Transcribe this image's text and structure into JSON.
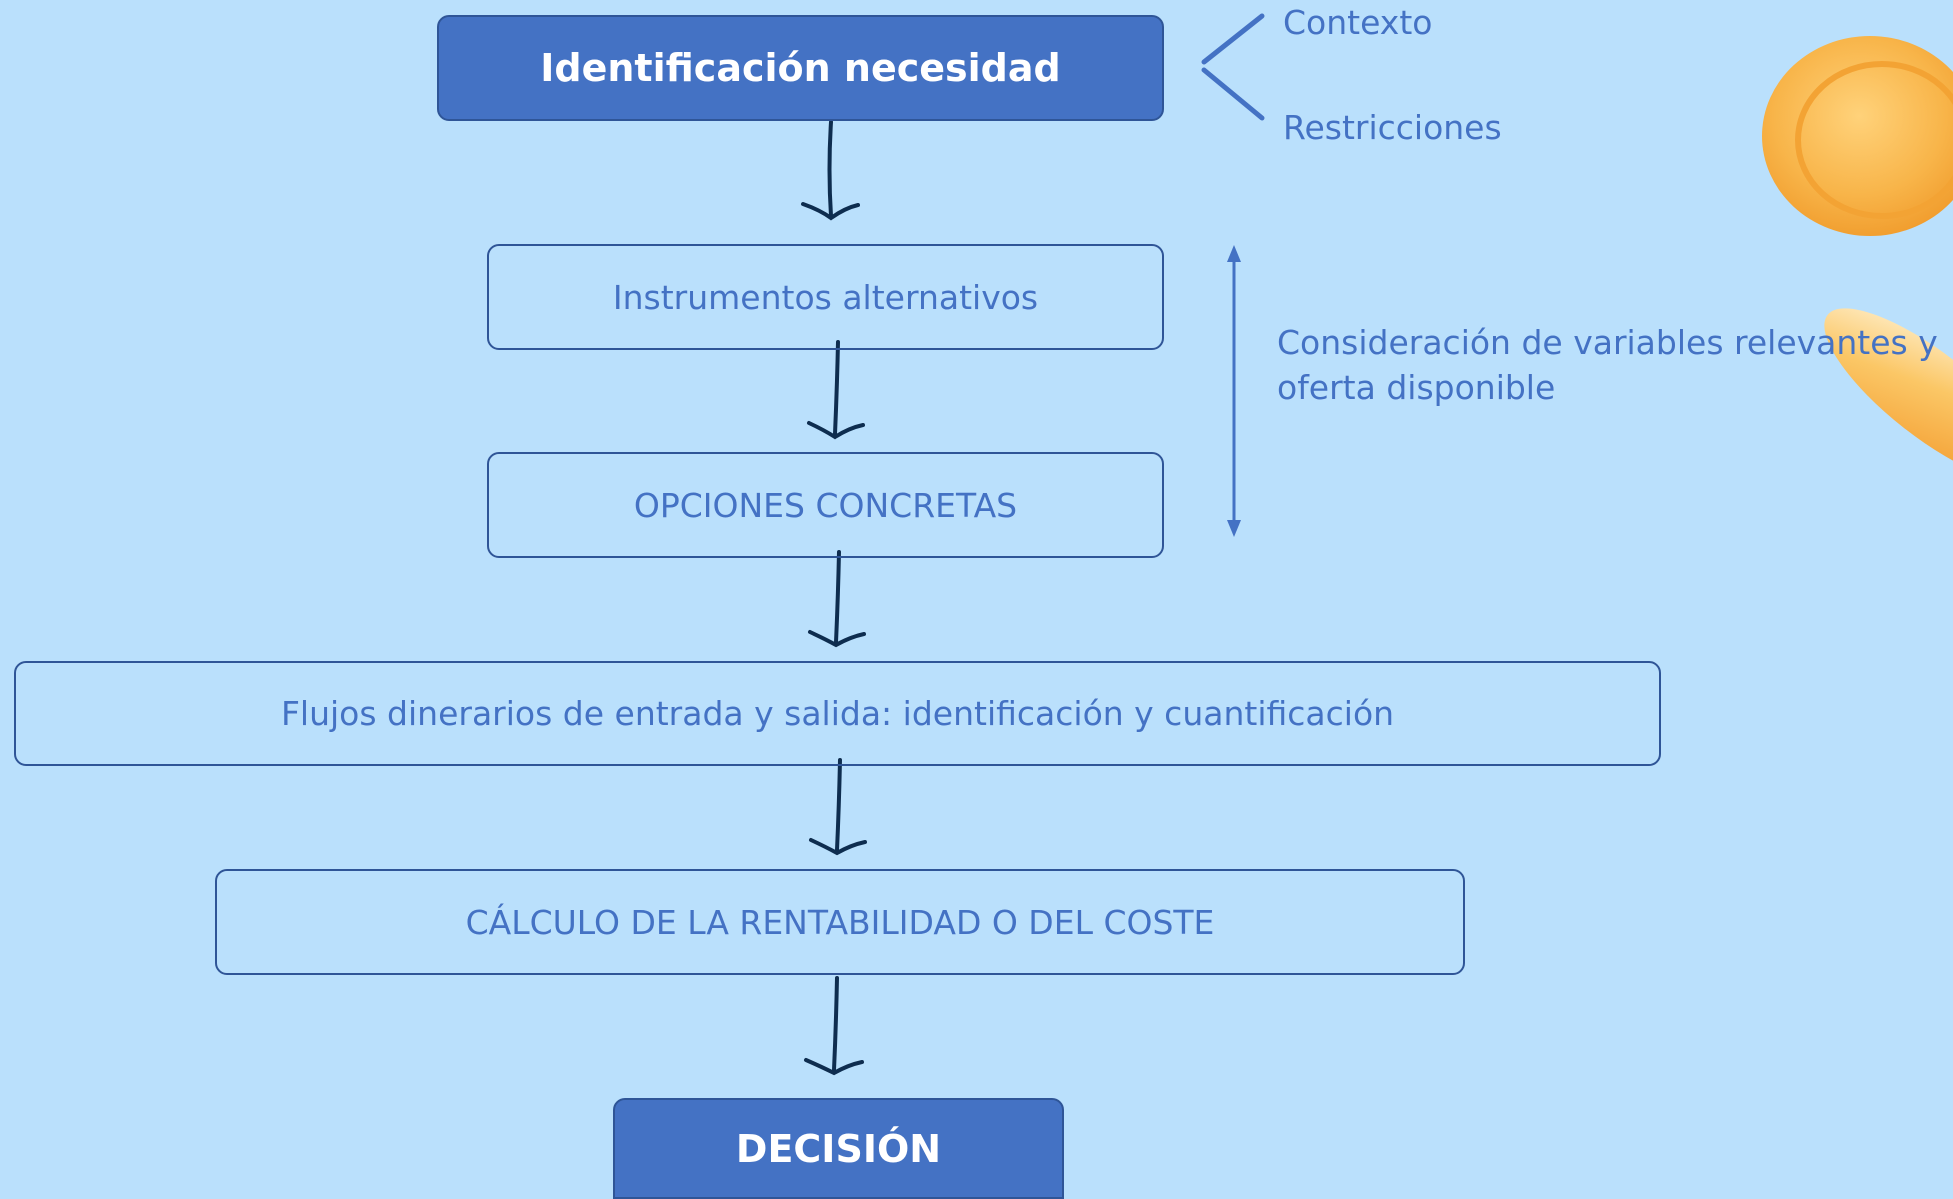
{
  "flow": {
    "step1": "Identificación necesidad",
    "step2": "Instrumentos alternativos",
    "step3": "OPCIONES CONCRETAS",
    "step4": "Flujos dinerarios de entrada y salida: identificación y cuantificación",
    "step5": "CÁLCULO DE LA RENTABILIDAD O DEL COSTE",
    "step6": "DECISIÓN"
  },
  "annotations": {
    "context": "Contexto",
    "restrictions": "Restricciones",
    "variables_line1": "Consideración de variables relevantes y",
    "variables_line2": "oferta disponible"
  },
  "colors": {
    "background": "#bae0fc",
    "accent": "#4472c4",
    "border": "#2f5597",
    "arrow": "#0e2d4f",
    "coin": "#f6a93a"
  }
}
